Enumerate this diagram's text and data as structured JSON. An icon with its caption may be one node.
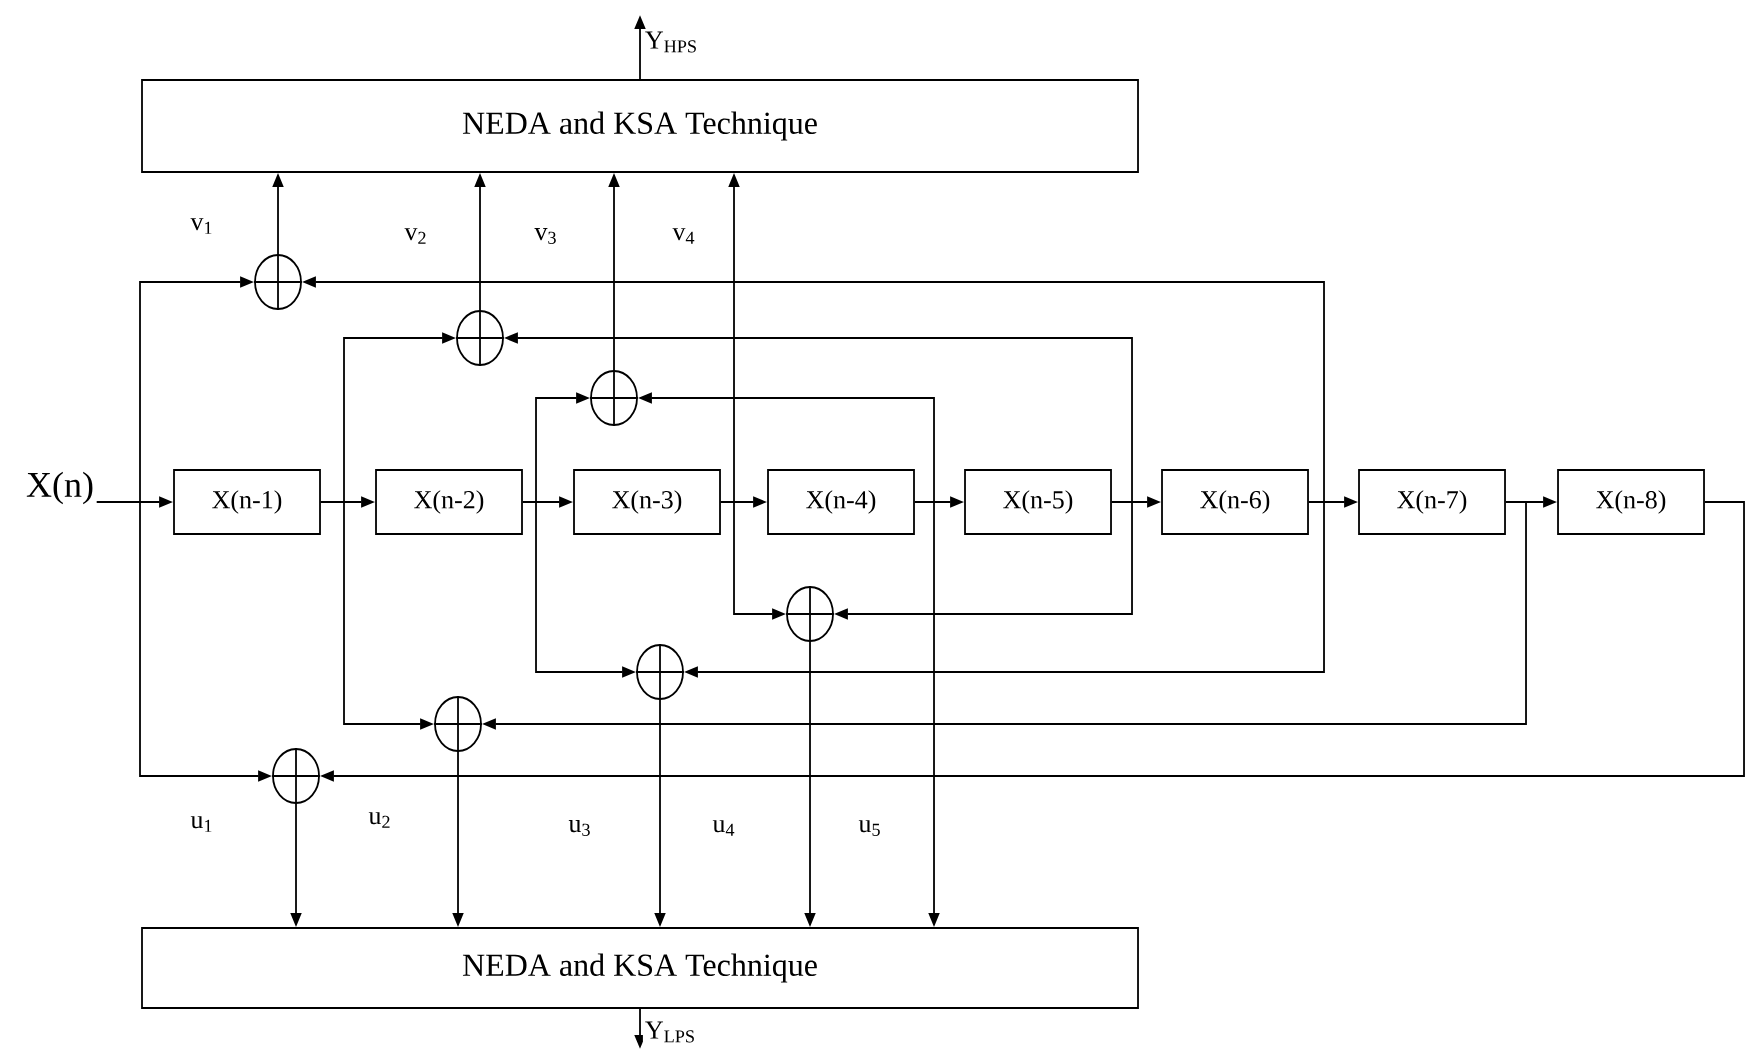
{
  "diagram": {
    "nodes": [
      {
        "text": [
          "NEDA and KSA Technique"
        ]
      },
      {
        "text": [
          "X(n)"
        ]
      },
      {
        "text": [
          "X(n-1)"
        ]
      },
      {
        "text": [
          "X(n-2)"
        ]
      },
      {
        "text": [
          "X(n-3)"
        ]
      },
      {
        "text": [
          "X(n-4)"
        ]
      },
      {
        "text": [
          "X(n-5)"
        ]
      },
      {
        "text": [
          "X(n-6)"
        ]
      },
      {
        "text": [
          "X(n-7)"
        ]
      },
      {
        "text": [
          "X(n-8)"
        ]
      },
      {
        "text": [],
        "shape": "circle"
      },
      {
        "text": [],
        "shape": "circle"
      },
      {
        "text": [],
        "shape": "circle"
      },
      {
        "text": [],
        "shape": "circle"
      },
      {
        "text": [],
        "shape": "circle"
      },
      {
        "text": [],
        "shape": "circle"
      },
      {
        "text": [],
        "shape": "circle"
      },
      {
        "text": [
          "NEDA and KSA Technique"
        ]
      }
    ],
    "edges": [
      {
        "from": 1,
        "to": 2,
        "arrow": "to"
      },
      {
        "from": 2,
        "to": 3,
        "arrow": "to"
      },
      {
        "from": 3,
        "to": 4,
        "arrow": "to"
      },
      {
        "from": 4,
        "to": 5,
        "arrow": "to"
      },
      {
        "from": 5,
        "to": 6,
        "arrow": "to"
      },
      {
        "from": 6,
        "to": 7,
        "arrow": "to"
      },
      {
        "from": 7,
        "to": 8,
        "arrow": "to"
      },
      {
        "from": 8,
        "to": 9,
        "arrow": "to"
      },
      {
        "from": 1,
        "to": 10,
        "arrow": "to"
      },
      {
        "from": 1,
        "to": 16,
        "arrow": "to"
      },
      {
        "from": 2,
        "to": 11,
        "arrow": "to"
      },
      {
        "from": 2,
        "to": 15,
        "arrow": "to"
      },
      {
        "from": 3,
        "to": 12,
        "arrow": "to"
      },
      {
        "from": 3,
        "to": 14,
        "arrow": "to"
      },
      {
        "from": 4,
        "to": 0,
        "arrow": "to",
        "label": "v$_{4}$"
      },
      {
        "from": 4,
        "to": 13,
        "arrow": "to"
      },
      {
        "from": 5,
        "to": 12,
        "arrow": "to"
      },
      {
        "from": 5,
        "to": 17,
        "arrow": "to",
        "label": "u$_{5}$"
      },
      {
        "from": 6,
        "to": 11,
        "arrow": "to"
      },
      {
        "from": 6,
        "to": 13,
        "arrow": "to"
      },
      {
        "from": 7,
        "to": 10,
        "arrow": "to"
      },
      {
        "from": 7,
        "to": 14,
        "arrow": "to"
      },
      {
        "from": 8,
        "to": 15,
        "arrow": "to"
      },
      {
        "from": 9,
        "to": 16,
        "arrow": "to"
      },
      {
        "from": 10,
        "to": 0,
        "arrow": "to",
        "label": "v$_{1}$"
      },
      {
        "from": 11,
        "to": 0,
        "arrow": "to",
        "label": "v$_{2}$"
      },
      {
        "from": 12,
        "to": 0,
        "arrow": "to",
        "label": "v$_{3}$"
      },
      {
        "from": 13,
        "to": 17,
        "arrow": "to",
        "label": "u$_{4}$"
      },
      {
        "from": 14,
        "to": 17,
        "arrow": "to",
        "label": "u$_{3}$"
      },
      {
        "from": 15,
        "to": 17,
        "arrow": "to",
        "label": "u$_{2}$"
      },
      {
        "from": 16,
        "to": 17,
        "arrow": "to",
        "label": "u$_{1}$"
      },
      {
        "from": 0,
        "to": null,
        "arrow": "to",
        "label": "Y$_{HPS}$"
      },
      {
        "from": 17,
        "to": null,
        "arrow": "to",
        "label": "Y$_{LPS}$"
      }
    ]
  }
}
